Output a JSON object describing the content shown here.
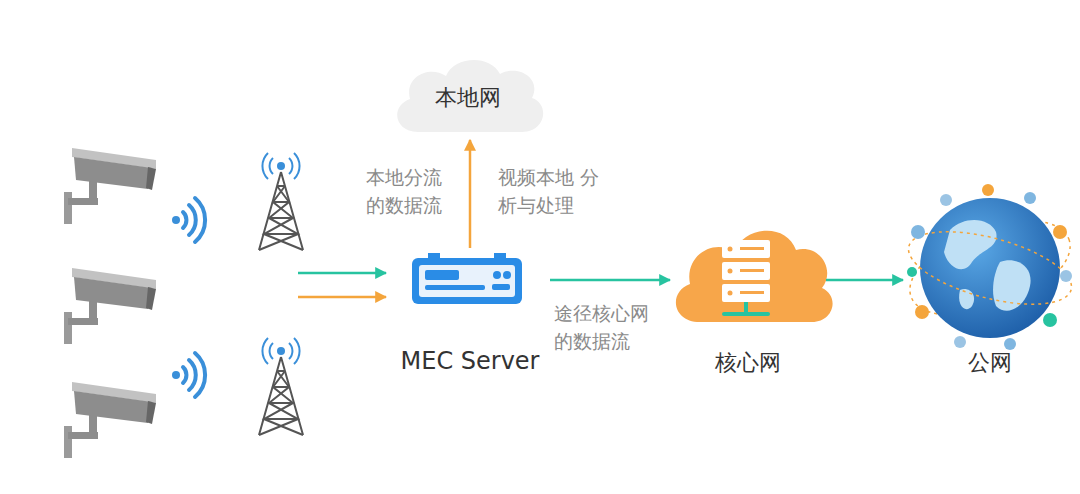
{
  "diagram": {
    "nodes": [
      {
        "text": [
          "本地网"
        ]
      },
      {
        "text": [
          "MEC Server"
        ]
      },
      {
        "text": [
          "核心网"
        ]
      },
      {
        "text": [
          "公网"
        ]
      }
    ],
    "edges": [
      {
        "from": 1,
        "to": 0,
        "arrow": "to"
      },
      {
        "from": 1,
        "to": 2,
        "label": "途径核心网 的数据流",
        "arrow": "to"
      },
      {
        "from": 2,
        "to": 3,
        "arrow": "to"
      }
    ],
    "labels": [
      "本地分流 的数据流",
      "视频本地 分析与处理"
    ]
  }
}
